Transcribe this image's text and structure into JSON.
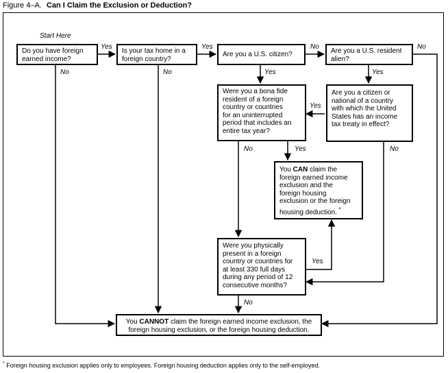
{
  "title": {
    "figure_label": "Figure 4–A.",
    "heading": "Can I Claim the Exclusion or Deduction?"
  },
  "start_label": "Start Here",
  "boxes": {
    "q_foreign_income": "Do you have foreign\nearned income?",
    "q_tax_home": "Is your tax home in a\nforeign country?",
    "q_citizen": "Are you a U.S. citizen?",
    "q_resident_alien": "Are you a U.S. resident\nalien?",
    "q_bona_fide": "Were you a bona fide\nresident of a foreign\ncountry or countries\nfor an uninterrupted\nperiod that includes an\nentire tax year?",
    "q_treaty": "Are you a citizen or\nnational of a country\nwith which the United\nStates has an income\ntax treaty in effect?",
    "can_claim_pre": "You ",
    "can_claim_emph": "CAN",
    "can_claim_post": " claim the\nforeign earned income\nexclusion and the\nforeign housing\nexclusion or the foreign\nhousing deduction.",
    "can_claim_mark": " *",
    "q_physical": "Were you physically\npresent in a foreign\ncountry or countries for\nat least 330 full days\nduring any period of 12\nconsecutive months?",
    "cannot_pre": "You ",
    "cannot_emph": "CANNOT",
    "cannot_post": " claim the foreign earned income exclusion, the\nforeign housing exclusion, or the foreign housing deduction."
  },
  "labels": {
    "yes": "Yes",
    "no": "No"
  },
  "footnote": {
    "mark": "*",
    "text": " Foreign housing exclusion applies only to employees. Foreign housing deduction applies only to the self-employed."
  }
}
